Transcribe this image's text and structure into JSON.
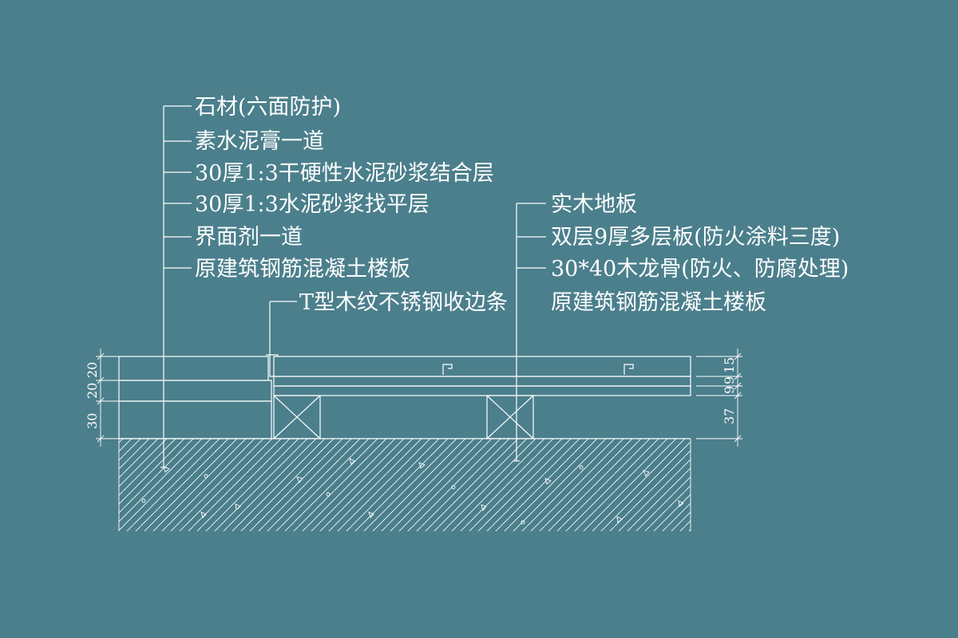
{
  "canvas": {
    "background": "#4b7f8c",
    "line_color": "#ffffff"
  },
  "labels": {
    "stone": "石材(六面防护)",
    "cement_paste": "素水泥膏一道",
    "bonding_layer": "30厚1:3干硬性水泥砂浆结合层",
    "leveling_layer": "30厚1:3水泥砂浆找平层",
    "interface_agent": "界面剂一道",
    "slab_left": "原建筑钢筋混凝土楼板",
    "solid_wood": "实木地板",
    "plywood": "双层9厚多层板(防火涂料三度)",
    "keel": "30*40木龙骨(防火、防腐处理)",
    "t_strip": "T型木纹不锈钢收边条",
    "slab_right": "原建筑钢筋混凝土楼板"
  },
  "dimensions": {
    "left_stone": "20",
    "left_bond": "20",
    "left_level": "30",
    "right_floor": "15",
    "right_ply1": "9",
    "right_ply2": "9",
    "right_keel": "37"
  }
}
